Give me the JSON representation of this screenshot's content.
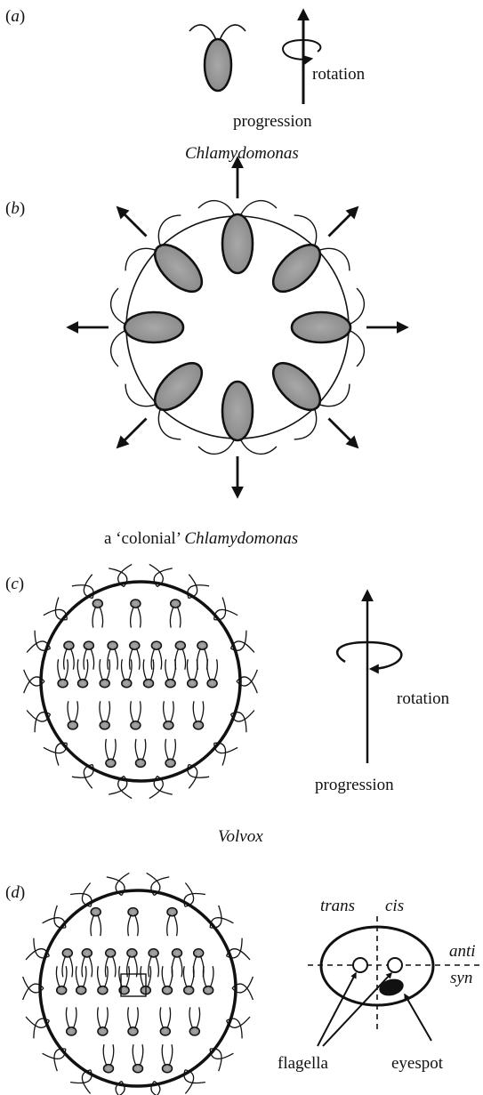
{
  "panels": {
    "a": {
      "letter_open": "(",
      "letter": "a",
      "letter_close": ")",
      "rotation": "rotation",
      "progression": "progression",
      "caption": "Chlamydomonas"
    },
    "b": {
      "letter_open": "(",
      "letter": "b",
      "letter_close": ")",
      "caption_prefix": "a ‘colonial’ ",
      "caption_italic": "Chlamydomonas"
    },
    "c": {
      "letter_open": "(",
      "letter": "c",
      "letter_close": ")",
      "rotation": "rotation",
      "progression": "progression",
      "caption": "Volvox"
    },
    "d": {
      "letter_open": "(",
      "letter": "d",
      "letter_close": ")",
      "trans": "trans",
      "cis": "cis",
      "anti": "anti",
      "syn": "syn",
      "flagella": "flagella",
      "eyespot": "eyespot"
    }
  },
  "colors": {
    "cell_fill": "#9a9a9a",
    "ink": "#111111"
  }
}
